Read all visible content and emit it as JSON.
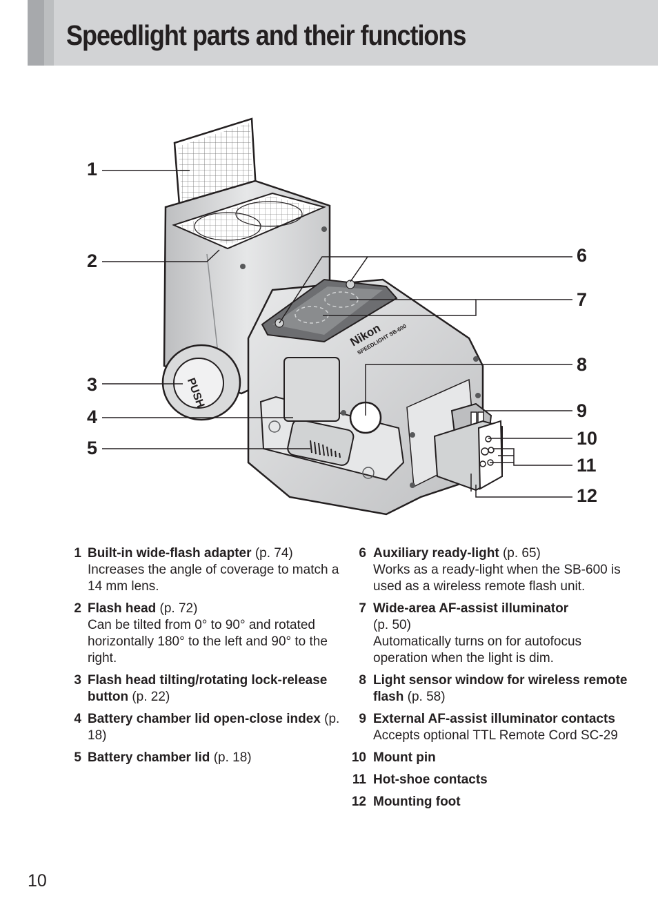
{
  "header": {
    "title": "Speedlight parts and their functions"
  },
  "figure": {
    "brand_label": "Nikon",
    "model_label": "SPEEDLIGHT SB-600",
    "button_label": "PUSH",
    "callouts": [
      "1",
      "2",
      "3",
      "4",
      "5",
      "6",
      "7",
      "8",
      "9",
      "10",
      "11",
      "12"
    ]
  },
  "parts_left": [
    {
      "num": "1",
      "title": "Built-in wide-flash adapter",
      "page": "(p. 74)",
      "desc": "Increases the angle of coverage to match a 14 mm lens."
    },
    {
      "num": "2",
      "title": "Flash head",
      "page": "(p. 72)",
      "desc": "Can be tilted from 0° to 90° and rotated horizontally 180° to the left and 90° to the right."
    },
    {
      "num": "3",
      "title": "Flash head tilting/rotating lock-release button",
      "page": "(p. 22)",
      "desc": ""
    },
    {
      "num": "4",
      "title": "Battery chamber lid open-close index",
      "page": "(p. 18)",
      "desc": ""
    },
    {
      "num": "5",
      "title": "Battery chamber lid",
      "page": "(p. 18)",
      "desc": ""
    }
  ],
  "parts_right": [
    {
      "num": "6",
      "title": "Auxiliary ready-light",
      "page": "(p. 65)",
      "desc": "Works as a ready-light when the SB-600 is used as a wireless remote flash unit."
    },
    {
      "num": "7",
      "title": "Wide-area AF-assist illuminator",
      "page": "(p. 50)",
      "desc": "Automatically turns on for autofocus operation when the light is dim."
    },
    {
      "num": "8",
      "title": "Light sensor window for wireless remote flash",
      "page": "(p. 58)",
      "desc": ""
    },
    {
      "num": "9",
      "title": "External AF-assist illuminator contacts",
      "page": "",
      "desc": "Accepts optional TTL Remote Cord SC-29"
    },
    {
      "num": "10",
      "title": "Mount pin",
      "page": "",
      "desc": ""
    },
    {
      "num": "11",
      "title": "Hot-shoe contacts",
      "page": "",
      "desc": ""
    },
    {
      "num": "12",
      "title": "Mounting foot",
      "page": "",
      "desc": ""
    }
  ],
  "page_number": "10"
}
